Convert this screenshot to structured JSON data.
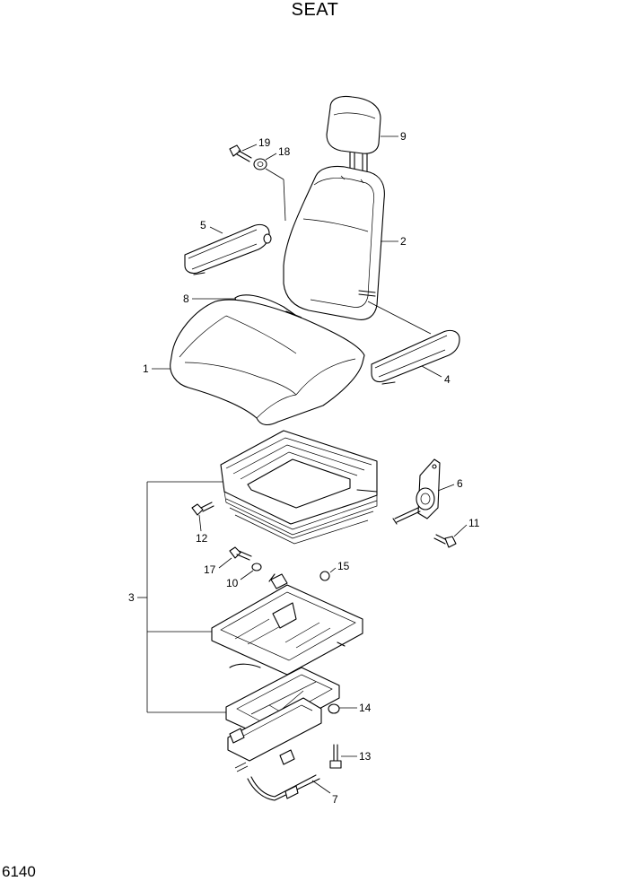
{
  "title": "SEAT",
  "page_code": "6140",
  "callouts": {
    "c1": "1",
    "c2": "2",
    "c3": "3",
    "c4": "4",
    "c5": "5",
    "c6": "6",
    "c7": "7",
    "c8": "8",
    "c9": "9",
    "c10": "10",
    "c11": "11",
    "c12": "12",
    "c13": "13",
    "c14": "14",
    "c15": "15",
    "c17": "17",
    "c18": "18",
    "c19": "19"
  }
}
